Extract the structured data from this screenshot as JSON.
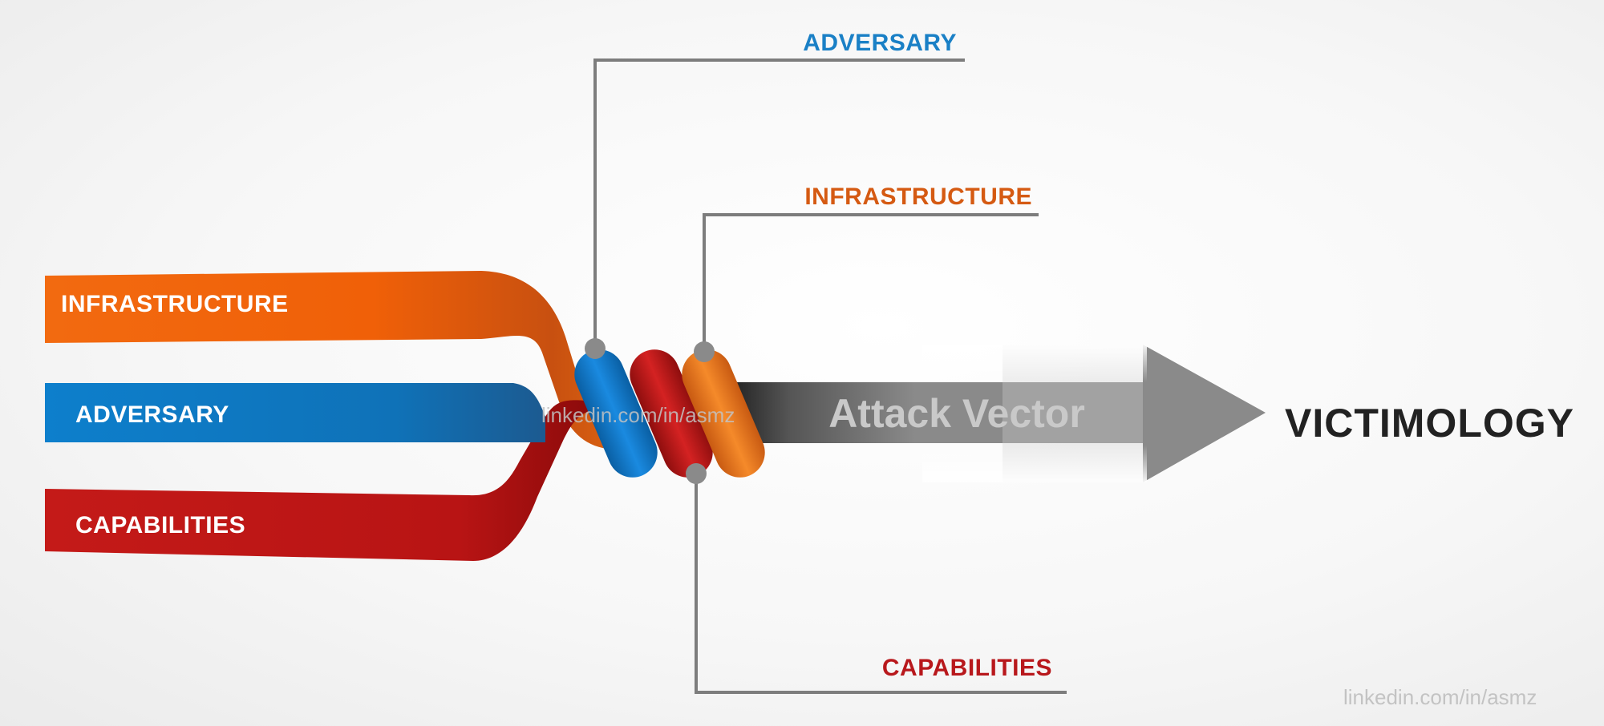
{
  "bands": {
    "infrastructure": "INFRASTRUCTURE",
    "adversary": "ADVERSARY",
    "capabilities": "CAPABILITIES"
  },
  "callouts": {
    "adversary": "ADVERSARY",
    "infrastructure": "INFRASTRUCTURE",
    "capabilities": "CAPABILITIES"
  },
  "arrow_label": "Attack Vector",
  "target_label": "VICTIMOLOGY",
  "watermarks": {
    "center": "linkedin.com/in/asmz",
    "corner": "linkedin.com/in/asmz"
  },
  "colors": {
    "orange": "#f06010",
    "blue": "#1278c4",
    "red": "#c01818",
    "gray": "#8a8a8a",
    "adversary_text": "#1a80c6",
    "infrastructure_text": "#d55a12",
    "capabilities_text": "#b8181c"
  }
}
